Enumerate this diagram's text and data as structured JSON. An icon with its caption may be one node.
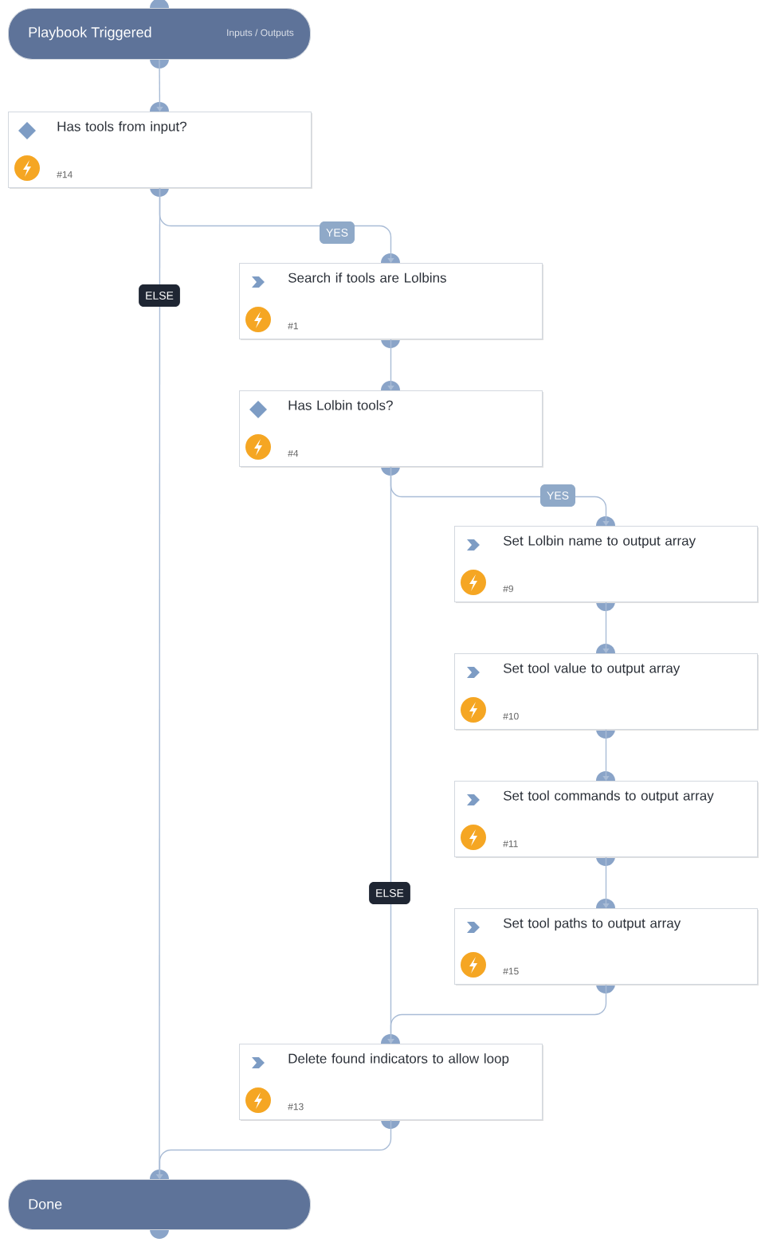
{
  "diagram": {
    "nodes": [
      {
        "text": [
          "Playbook Triggered",
          "Inputs / Outputs"
        ]
      },
      {
        "text": [
          "Has tools from input?",
          "#14"
        ]
      },
      {
        "text": [
          "Search if tools are Lolbins",
          "#1"
        ]
      },
      {
        "text": [
          "Has Lolbin tools?",
          "#4"
        ]
      },
      {
        "text": [
          "Set Lolbin name to output array",
          "#9"
        ]
      },
      {
        "text": [
          "Set tool value to output array",
          "#10"
        ]
      },
      {
        "text": [
          "Set tool commands to output array",
          "#11"
        ]
      },
      {
        "text": [
          "Set tool paths to output array",
          "#15"
        ]
      },
      {
        "text": [
          "Delete found indicators to allow loop",
          "#13"
        ]
      },
      {
        "text": [
          "Done"
        ]
      }
    ],
    "edges": [
      {
        "from": 0,
        "to": 1,
        "arrow": "to"
      },
      {
        "from": 1,
        "to": 2,
        "arrow": "to",
        "label": "YES"
      },
      {
        "from": 1,
        "to": 9,
        "arrow": "to",
        "label": "ELSE"
      },
      {
        "from": 2,
        "to": 3,
        "arrow": "to"
      },
      {
        "from": 3,
        "to": 4,
        "arrow": "to",
        "label": "YES"
      },
      {
        "from": 3,
        "to": 8,
        "arrow": "to",
        "label": "ELSE"
      },
      {
        "from": 4,
        "to": 5,
        "arrow": "to"
      },
      {
        "from": 5,
        "to": 6,
        "arrow": "to"
      },
      {
        "from": 6,
        "to": 7,
        "arrow": "to"
      },
      {
        "from": 7,
        "to": 8,
        "arrow": "to"
      },
      {
        "from": 8,
        "to": 9,
        "arrow": "to"
      }
    ]
  }
}
